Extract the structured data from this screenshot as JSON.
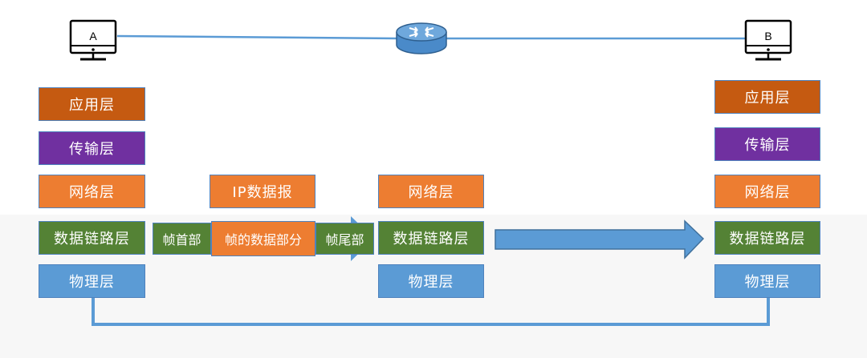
{
  "hosts": {
    "a": {
      "label": "A"
    },
    "b": {
      "label": "B"
    }
  },
  "stack_a": {
    "application": "应用层",
    "transport": "传输层",
    "network": "网络层",
    "datalink": "数据链路层",
    "physical": "物理层"
  },
  "router": {
    "network": "网络层",
    "datalink": "数据链路层",
    "physical": "物理层"
  },
  "stack_b": {
    "application": "应用层",
    "transport": "传输层",
    "network": "网络层",
    "datalink": "数据链路层",
    "physical": "物理层"
  },
  "packet": {
    "ip_datagram": "IP数据报",
    "frame_header": "帧首部",
    "frame_data": "帧的数据部分",
    "frame_trailer": "帧尾部"
  },
  "colors": {
    "application": "#c55a11",
    "transport": "#7030a0",
    "network": "#ed7d31",
    "datalink": "#548235",
    "physical": "#5b9bd5",
    "cable": "#5b9bd5"
  },
  "icons": {
    "host": "computer-icon",
    "router": "router-icon",
    "flow": "right-arrow-icon"
  }
}
